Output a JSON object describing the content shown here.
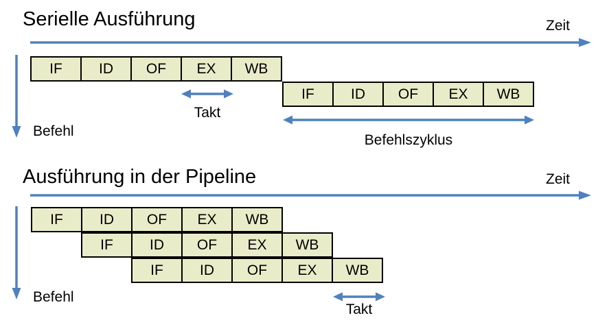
{
  "colors": {
    "accent_blue": "#4F81BD",
    "stage_fill": "#E9ECC8",
    "stage_border": "#000000"
  },
  "serial": {
    "title": "Serielle Ausführung",
    "time_axis_label": "Zeit",
    "instruction_axis_label": "Befehl",
    "clock_label": "Takt",
    "cycle_label": "Befehlszyklus",
    "rows": [
      [
        "IF",
        "ID",
        "OF",
        "EX",
        "WB"
      ],
      [
        "IF",
        "ID",
        "OF",
        "EX",
        "WB"
      ]
    ]
  },
  "pipeline": {
    "title": "Ausführung in der Pipeline",
    "time_axis_label": "Zeit",
    "instruction_axis_label": "Befehl",
    "clock_label": "Takt",
    "rows": [
      [
        "IF",
        "ID",
        "OF",
        "EX",
        "WB"
      ],
      [
        "IF",
        "ID",
        "OF",
        "EX",
        "WB"
      ],
      [
        "IF",
        "ID",
        "OF",
        "EX",
        "WB"
      ]
    ]
  }
}
